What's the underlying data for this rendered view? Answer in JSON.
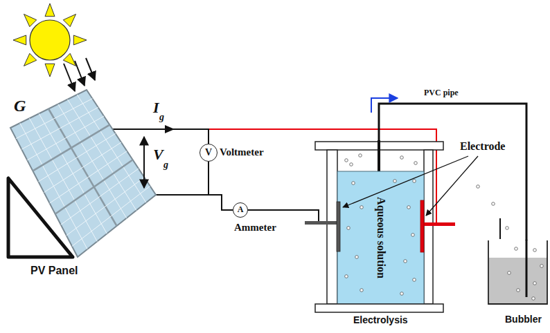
{
  "diagram": {
    "nodes": [
      {
        "text": [
          "PV Panel"
        ]
      },
      {
        "text": [
          "V",
          "Voltmeter"
        ]
      },
      {
        "text": [
          "A",
          "Ammeter"
        ]
      },
      {
        "text": [
          "Aqueous solution",
          "Electrolysis"
        ]
      },
      {
        "text": [
          "Bubbler"
        ]
      }
    ],
    "edges": [
      {
        "from": 0,
        "to": 3,
        "arrow": "none"
      },
      {
        "from": 0,
        "to": 1,
        "arrow": "none"
      },
      {
        "from": 0,
        "to": 2,
        "arrow": "none"
      },
      {
        "from": 1,
        "to": 2,
        "arrow": "none"
      },
      {
        "from": 2,
        "to": 3,
        "arrow": "none"
      },
      {
        "from": 3,
        "to": 4,
        "label": "PVC pipe",
        "arrow": "none"
      }
    ],
    "labels": [
      "G",
      "I",
      "g",
      "V",
      "g",
      "Electrode"
    ]
  }
}
